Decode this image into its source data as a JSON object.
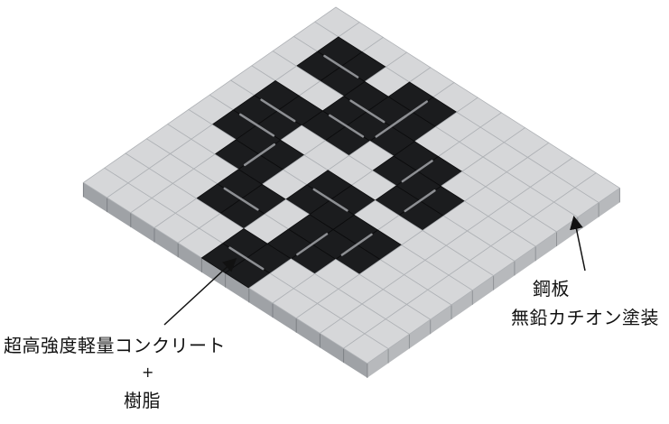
{
  "labels": {
    "concrete": "超高強度軽量コンクリート",
    "plus": "+",
    "resin": "樹脂",
    "steel": "鋼板",
    "coating": "無鉛カチオン塗装"
  },
  "colors": {
    "concrete_top": "#d6d7d9",
    "concrete_left": "#9fa2a6",
    "concrete_right": "#b7b9bc",
    "steel_top": "#1b1c1e",
    "steel_edge": "#0b0b0c",
    "slot": "#8d8f93",
    "arrow": "#111111"
  },
  "layout": {
    "grid_columns": 12,
    "grid_rows": 12,
    "steel_cells": [
      [
        1,
        1
      ],
      [
        1,
        4
      ],
      [
        2,
        3
      ],
      [
        2,
        4
      ],
      [
        3,
        3
      ],
      [
        3,
        6
      ],
      [
        4,
        1
      ],
      [
        4,
        7
      ],
      [
        5,
        1
      ],
      [
        6,
        2
      ],
      [
        6,
        5
      ],
      [
        7,
        7
      ],
      [
        8,
        3
      ],
      [
        8,
        6
      ],
      [
        10,
        5
      ]
    ]
  }
}
